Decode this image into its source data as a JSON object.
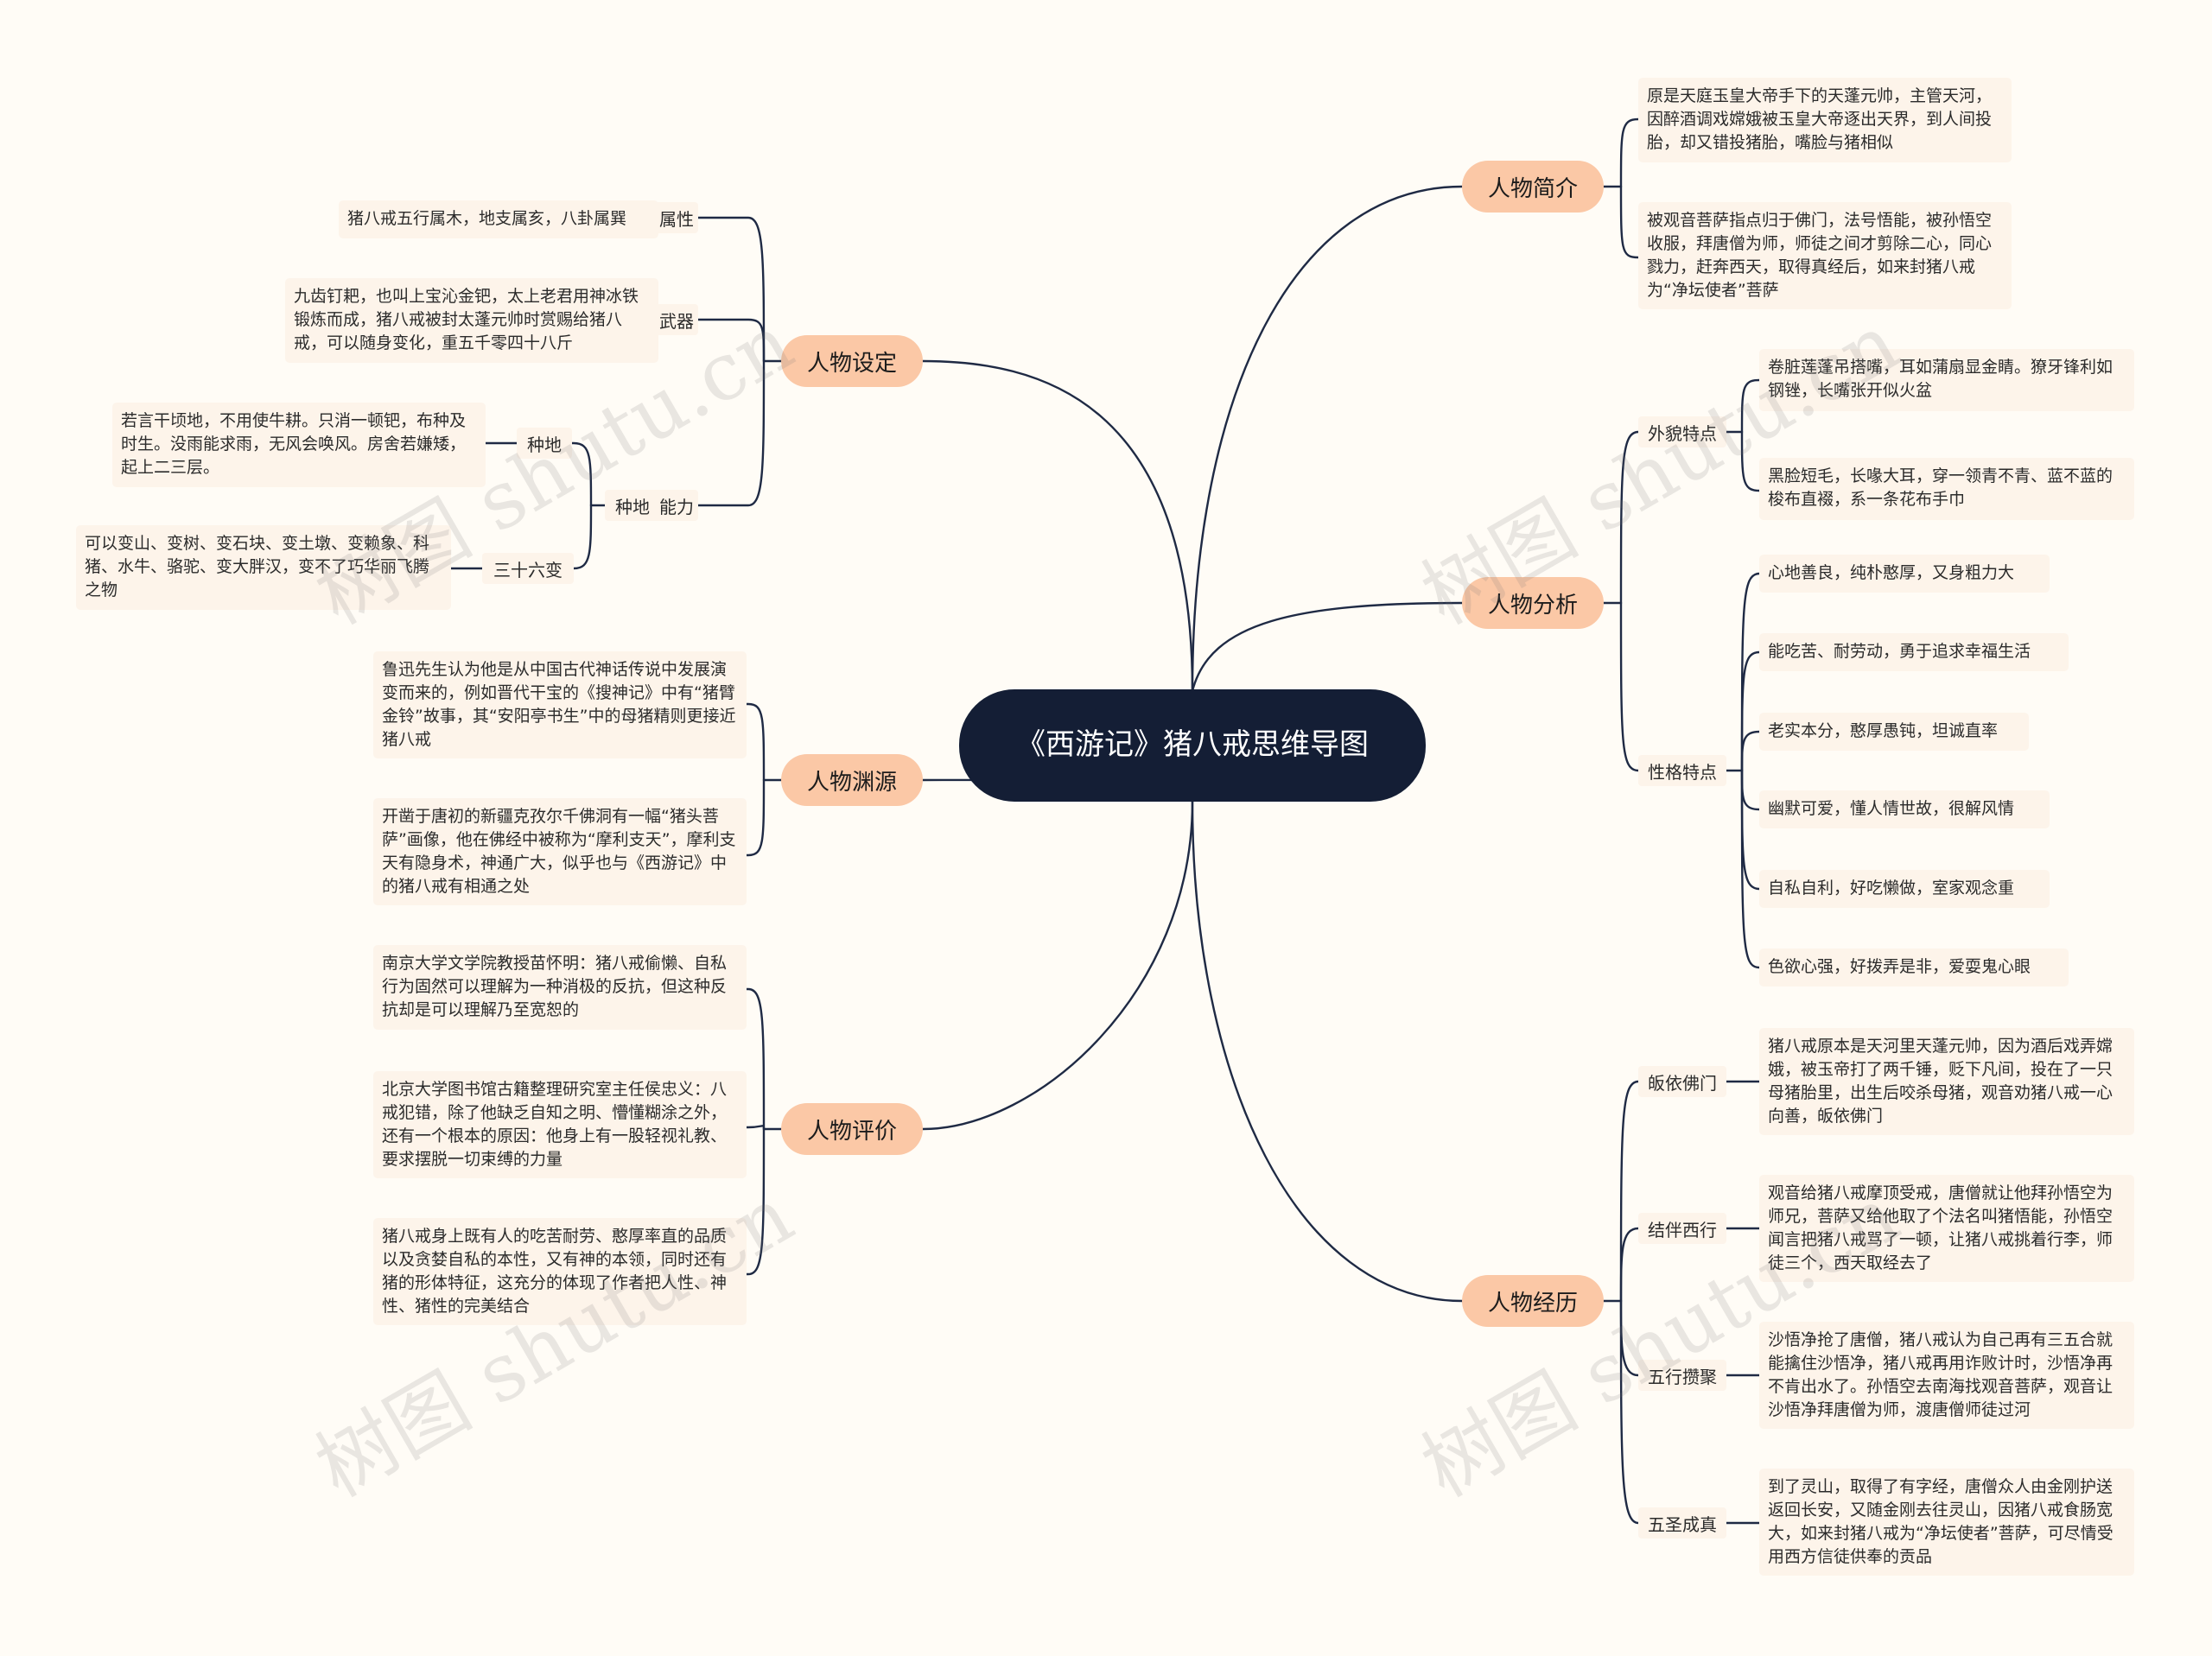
{
  "center": {
    "title": "《西游记》猪八戒思维导图"
  },
  "watermark": "树图 shutu.cn",
  "colors": {
    "line": "#1f2a44",
    "center_bg": "#141e35",
    "branch_bg": "#fbc8a6",
    "leaf_bg": "#fdf4ea",
    "background": "#fffcf6"
  },
  "left": {
    "setting": {
      "label": "人物设定",
      "attr": {
        "label": "属性",
        "text": "猪八戒五行属木，地支属亥，八卦属巽"
      },
      "weapon": {
        "label": "武器",
        "text": "九齿钉耙，也叫上宝沁金钯，太上老君用神冰铁锻炼而成，猪八戒被封太蓬元帅时赏赐给猪八戒，可以随身变化，重五千零四十八斤"
      },
      "ability": {
        "label": "能力",
        "farming": {
          "label": "种地",
          "sub_label": "种地",
          "text": "若言干顷地，不用使牛耕。只消一顿钯，布种及时生。没雨能求雨，无风会唤风。房舍若嫌矮，起上二三层。"
        },
        "transform": {
          "label": "三十六变",
          "text": "可以变山、变树、变石块、变土墩、变赖象、科猪、水牛、骆驼、变大胖汉，变不了巧华丽飞腾之物"
        }
      }
    },
    "origin": {
      "label": "人物渊源",
      "items": [
        "鲁迅先生认为他是从中国古代神话传说中发展演变而来的，例如晋代干宝的《搜神记》中有“猪臂金铃”故事，其“安阳亭书生”中的母猪精则更接近猪八戒",
        "开凿于唐初的新疆克孜尔千佛洞有一幅“猪头菩萨”画像，他在佛经中被称为“摩利支天”，摩利支天有隐身术，神通广大，似乎也与《西游记》中的猪八戒有相通之处"
      ]
    },
    "evaluation": {
      "label": "人物评价",
      "items": [
        "南京大学文学院教授苗怀明：猪八戒偷懒、自私行为固然可以理解为一种消极的反抗，但这种反抗却是可以理解乃至宽恕的",
        "北京大学图书馆古籍整理研究室主任侯忠义：八戒犯错，除了他缺乏自知之明、懵懂糊涂之外，还有一个根本的原因：他身上有一股轻视礼教、要求摆脱一切束缚的力量",
        "猪八戒身上既有人的吃苦耐劳、憨厚率直的品质以及贪婪自私的本性，又有神的本领，同时还有猪的形体特征，这充分的体现了作者把人性、神性、猪性的完美结合"
      ]
    }
  },
  "right": {
    "intro": {
      "label": "人物简介",
      "items": [
        "原是天庭玉皇大帝手下的天蓬元帅，主管天河，因醉酒调戏嫦娥被玉皇大帝逐出天界，到人间投胎，却又错投猪胎，嘴脸与猪相似",
        "被观音菩萨指点归于佛门，法号悟能，被孙悟空收服，拜唐僧为师，师徒之间才剪除二心，同心戮力，赶奔西天，取得真经后，如来封猪八戒为“净坛使者”菩萨"
      ]
    },
    "analysis": {
      "label": "人物分析",
      "appearance": {
        "label": "外貌特点",
        "items": [
          "卷脏莲蓬吊搭嘴，耳如蒲扇显金睛。獠牙锋利如钢锉，长嘴张开似火盆",
          "黑脸短毛，长喙大耳，穿一领青不青、蓝不蓝的梭布直裰，系一条花布手巾"
        ]
      },
      "personality": {
        "label": "性格特点",
        "items": [
          "心地善良，纯朴憨厚，又身粗力大",
          "能吃苦、耐劳动，勇于追求幸福生活",
          "老实本分，憨厚愚钝，坦诚直率",
          "幽默可爱，懂人情世故，很解风情",
          "自私自利，好吃懒做，室家观念重",
          "色欲心强，好拨弄是非，爱耍鬼心眼"
        ]
      }
    },
    "experience": {
      "label": "人物经历",
      "items": [
        {
          "label": "皈依佛门",
          "text": "猪八戒原本是天河里天蓬元帅，因为酒后戏弄嫦娥，被玉帝打了两千锤，贬下凡间，投在了一只母猪胎里，出生后咬杀母猪，观音劝猪八戒一心向善，皈依佛门"
        },
        {
          "label": "结伴西行",
          "text": "观音给猪八戒摩顶受戒，唐僧就让他拜孙悟空为师兄，菩萨又给他取了个法名叫猪悟能，孙悟空闻言把猪八戒骂了一顿，让猪八戒挑着行李，师徒三个，西天取经去了"
        },
        {
          "label": "五行攒聚",
          "text": "沙悟净抢了唐僧，猪八戒认为自己再有三五合就能擒住沙悟净，猪八戒再用诈败计时，沙悟净再不肯出水了。孙悟空去南海找观音菩萨，观音让沙悟净拜唐僧为师，渡唐僧师徒过河"
        },
        {
          "label": "五圣成真",
          "text": "到了灵山，取得了有字经，唐僧众人由金刚护送返回长安，又随金刚去往灵山，因猪八戒食肠宽大，如来封猪八戒为“净坛使者”菩萨，可尽情受用西方信徒供奉的贡品"
        }
      ]
    }
  }
}
